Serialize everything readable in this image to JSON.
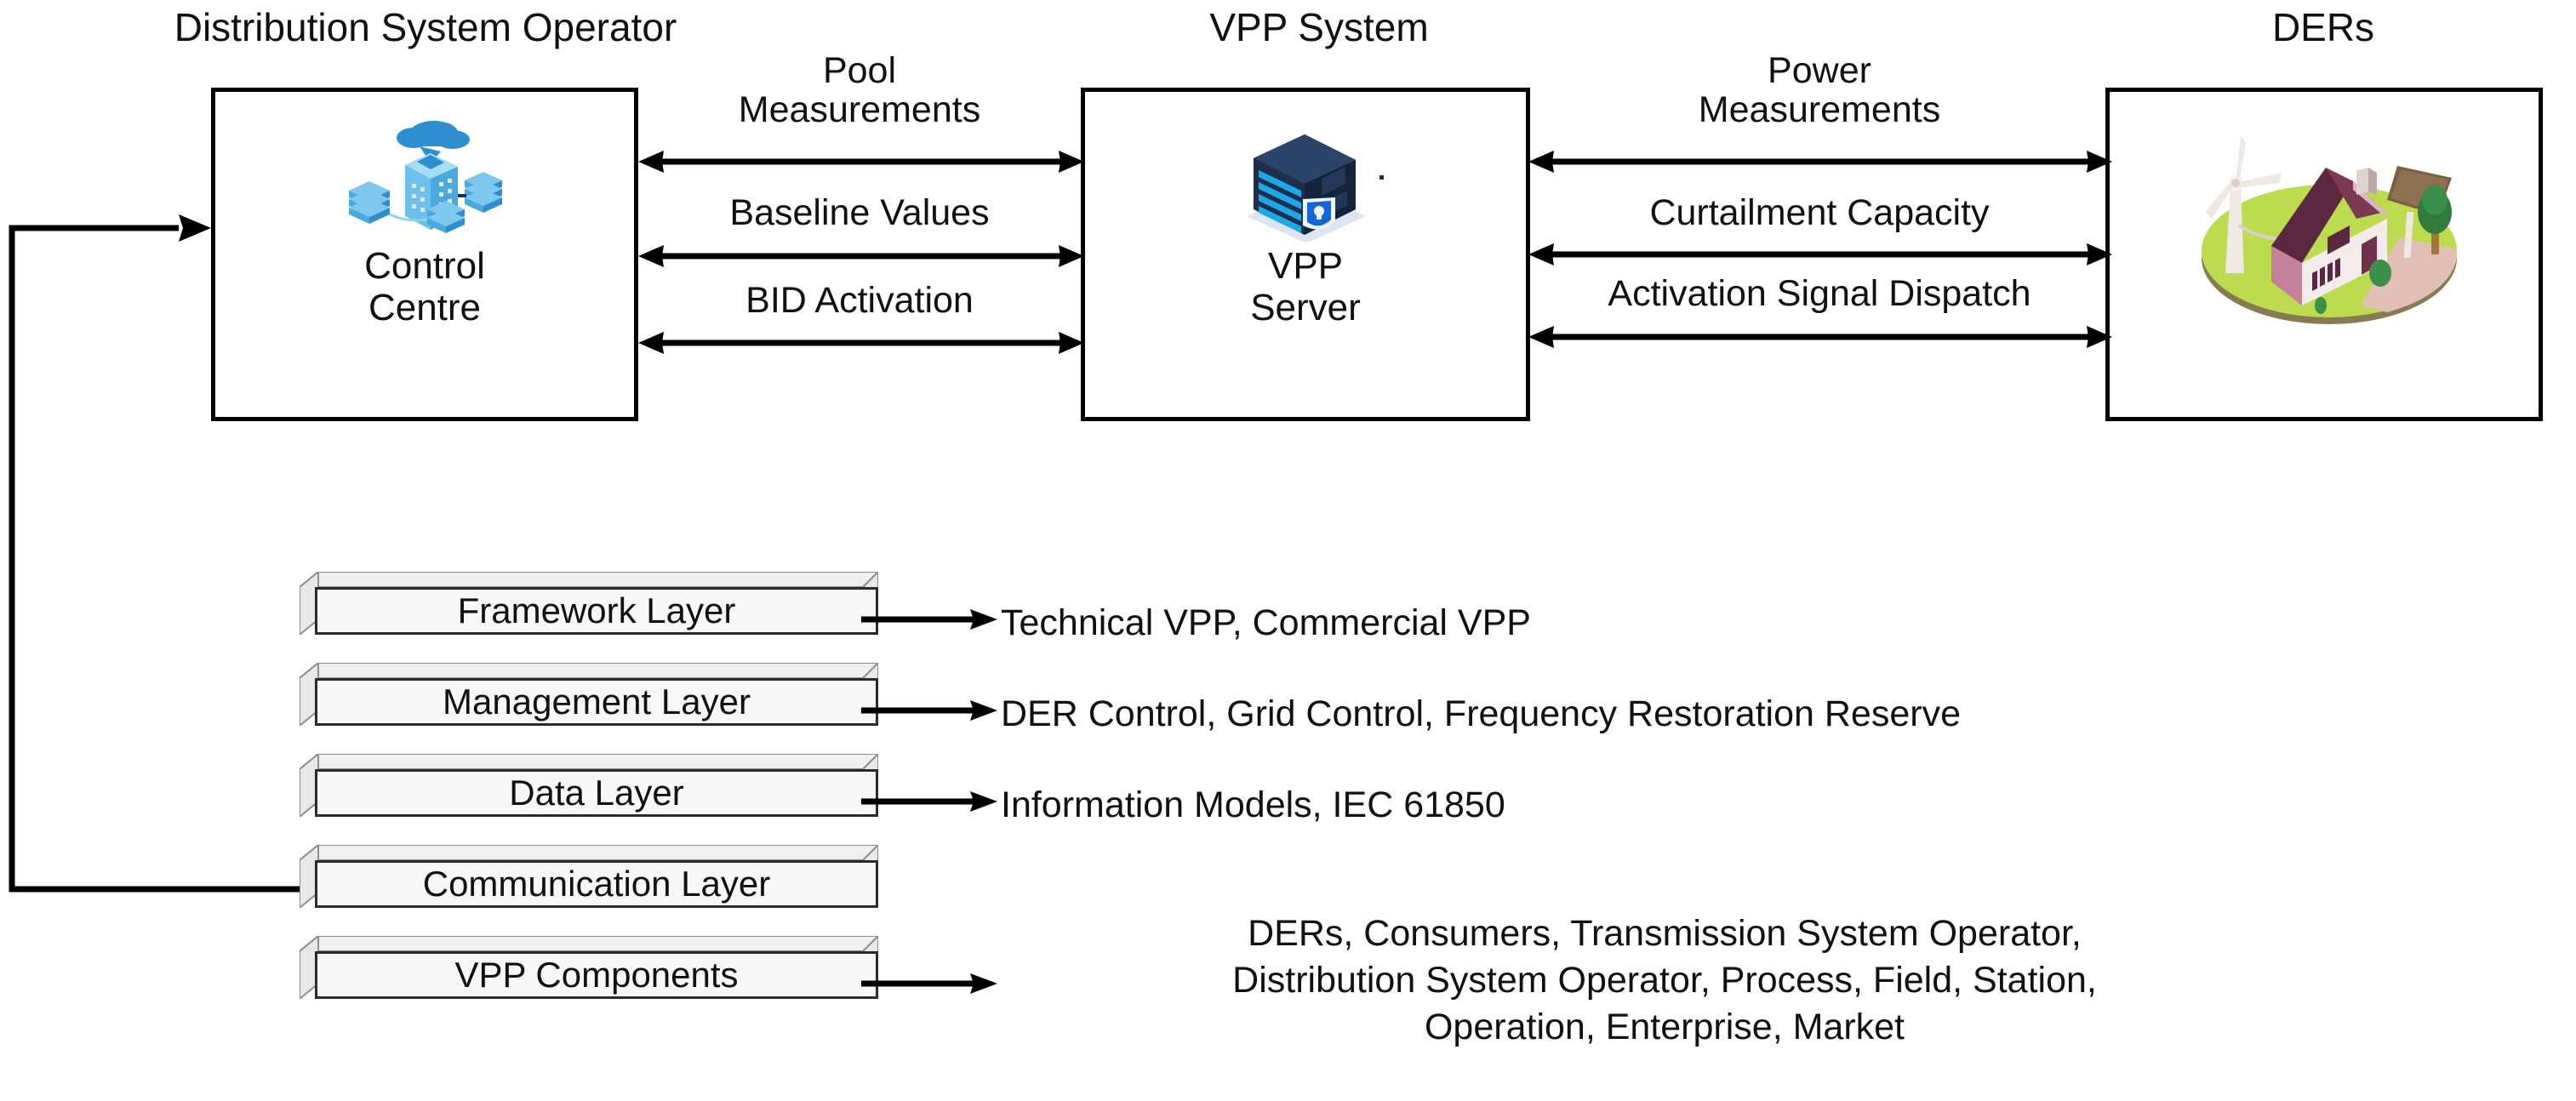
{
  "diagram": {
    "title": "VPP system architecture and layer model",
    "sections": [
      {
        "id": "dso",
        "title": "Distribution System Operator"
      },
      {
        "id": "vpp",
        "title": "VPP System"
      },
      {
        "id": "ders",
        "title": "DERs"
      }
    ],
    "actors": [
      {
        "id": "control-centre",
        "label": "Control\nCentre",
        "icon": "data-centre-icon"
      },
      {
        "id": "vpp-server",
        "label": "VPP\nServer",
        "icon": "secure-server-icon"
      },
      {
        "id": "der-site",
        "label": "",
        "icon": "renewable-home-icon"
      }
    ],
    "flows_left": {
      "group_label": "Pool\nMeasurements",
      "items": [
        {
          "label": "Pool\nMeasurements",
          "direction": "bidirectional"
        },
        {
          "label": "Baseline Values",
          "direction": "bidirectional"
        },
        {
          "label": "BID Activation",
          "direction": "bidirectional"
        }
      ]
    },
    "flows_right": {
      "items": [
        {
          "label": "Power\nMeasurements",
          "direction": "bidirectional"
        },
        {
          "label": "Curtailment Capacity",
          "direction": "bidirectional"
        },
        {
          "label": "Activation Signal Dispatch",
          "direction": "bidirectional"
        }
      ]
    },
    "layers": [
      {
        "name": "Framework Layer",
        "description": "Technical VPP, Commercial VPP"
      },
      {
        "name": "Management Layer",
        "description": "DER Control, Grid Control, Frequency Restoration Reserve"
      },
      {
        "name": "Data Layer",
        "description": "Information Models, IEC 61850"
      },
      {
        "name": "Communication Layer",
        "description": ""
      },
      {
        "name": "VPP Components",
        "description": "DERs, Consumers, Transmission System Operator,\nDistribution System Operator, Process, Field, Station,\nOperation, Enterprise, Market"
      }
    ],
    "feedback_loop": {
      "from": "Communication Layer",
      "to": "Control Centre",
      "direction": "single"
    },
    "colors": {
      "stroke": "#000000",
      "layer_fill": "#f7f7f7",
      "layer_stroke": "#2b2b2b",
      "control_icon": "#3d9ad6",
      "server_icon": "#1d2f4b",
      "der_ground": "#b5d94a",
      "der_roof": "#5c2740"
    }
  }
}
